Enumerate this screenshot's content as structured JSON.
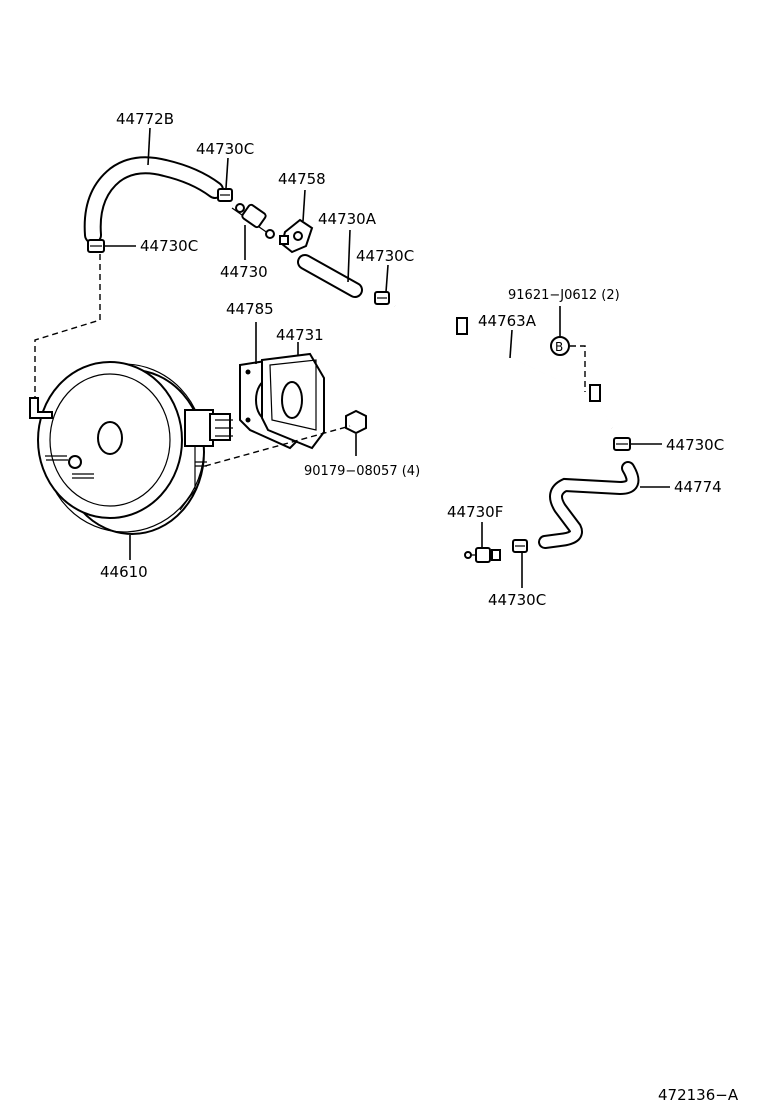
{
  "labels": {
    "hose_b": "44772B",
    "clip_top": "44730C",
    "clip_left": "44730C",
    "check_valve": "44730",
    "union": "44758",
    "hose_a": "44730A",
    "clip_mid": "44730C",
    "ref_b": "91621−J0612 (2)",
    "pipe": "44763A",
    "clip_right": "44730C",
    "hose_lower": "44774",
    "gasket": "44785",
    "spacer": "44731",
    "nut": "90179−08057 (4)",
    "booster": "44610",
    "fitting": "44730F",
    "clip_bottom": "44730C",
    "ref_marker": "B",
    "diagram_id": "472136−A"
  }
}
